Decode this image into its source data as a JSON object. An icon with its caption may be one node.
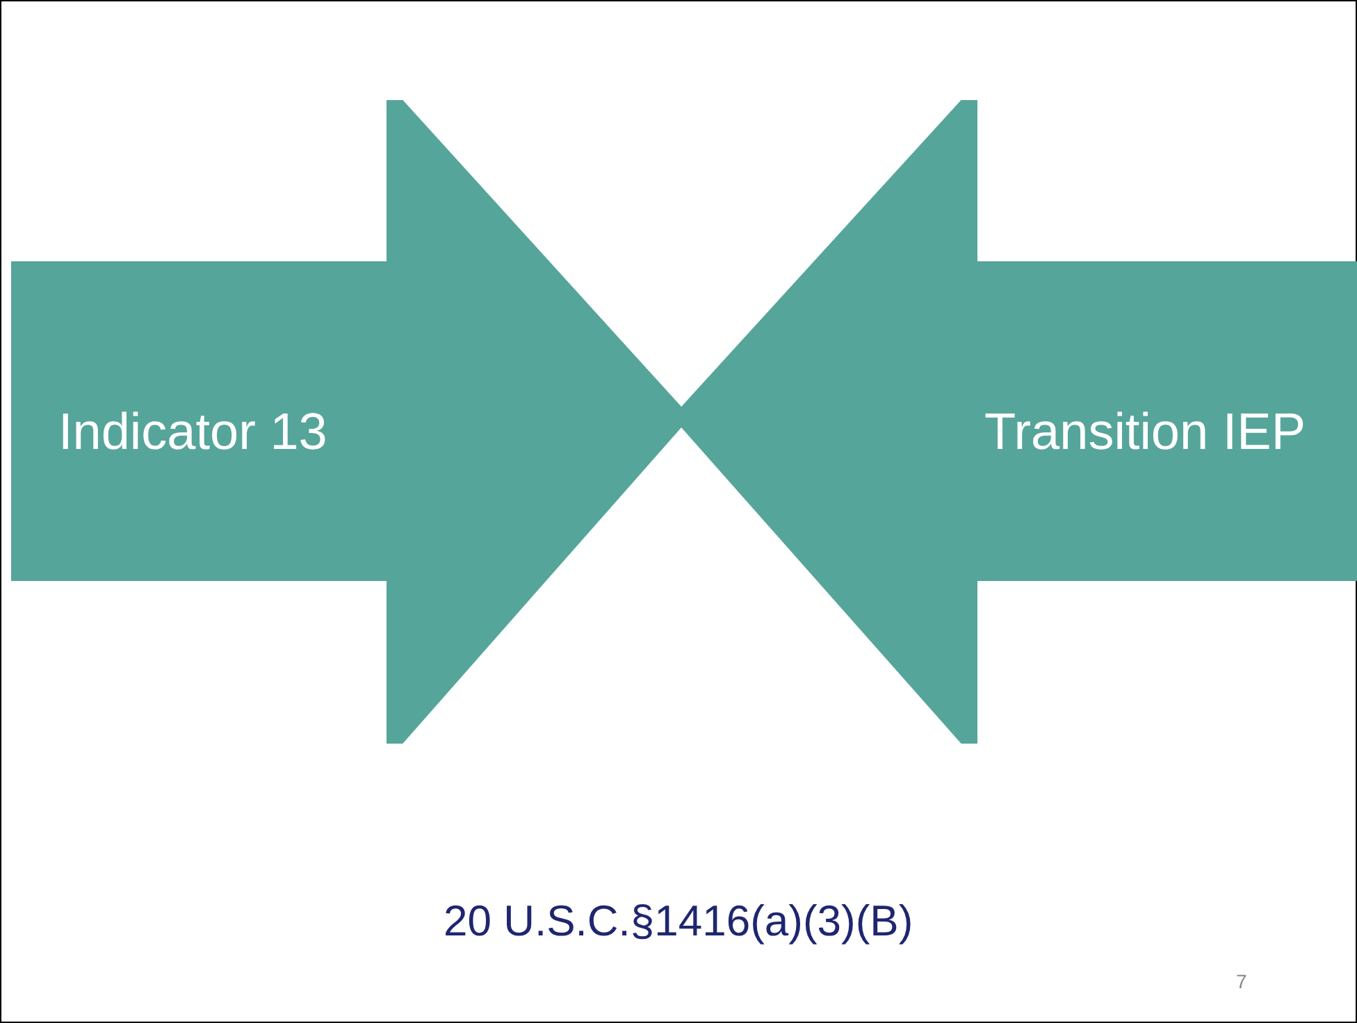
{
  "diagram": {
    "nodes": [
      {
        "text": [
          "Indicator 13"
        ]
      },
      {
        "text": [
          "Transition IEP"
        ]
      }
    ],
    "labels": [
      "20 U.S.C.§1416(a)(3)(B)",
      "7"
    ]
  }
}
